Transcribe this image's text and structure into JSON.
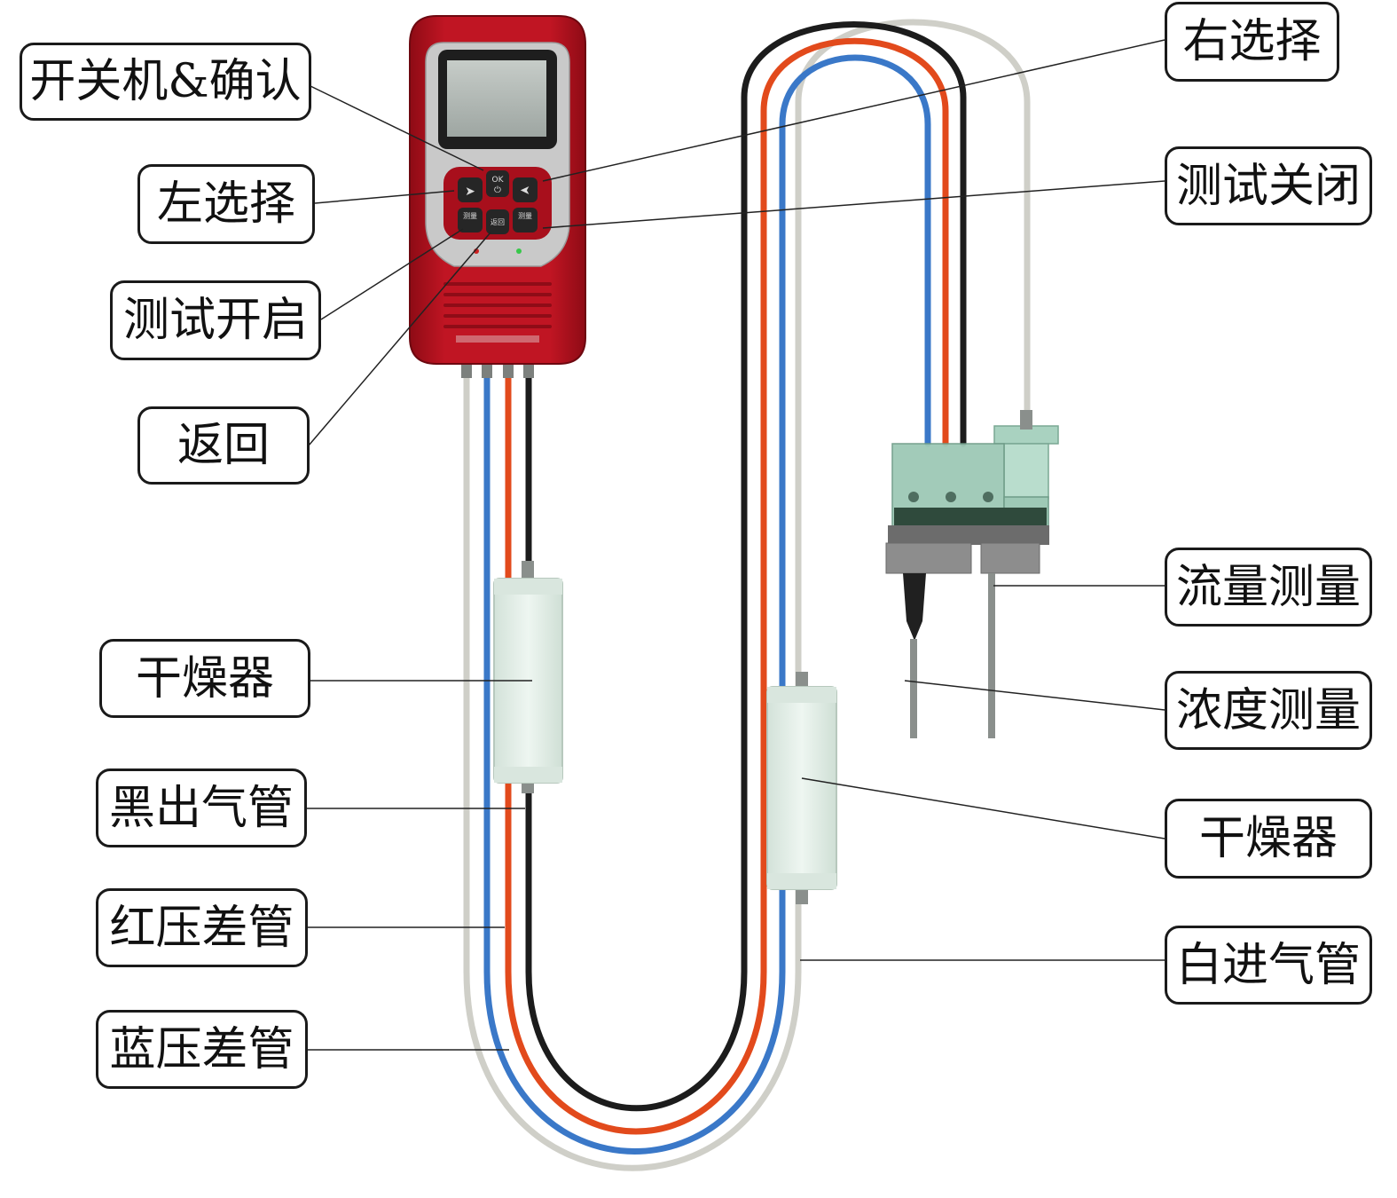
{
  "labels": {
    "power_confirm": "开关机&确认",
    "left_select": "左选择",
    "test_start": "测试开启",
    "back": "返回",
    "right_select": "右选择",
    "test_close": "测试关闭",
    "dryer_left": "干燥器",
    "black_outlet": "黑出气管",
    "red_dp": "红压差管",
    "blue_dp": "蓝压差管",
    "flow_measure": "流量测量",
    "conc_measure": "浓度测量",
    "dryer_right": "干燥器",
    "white_inlet": "白进气管"
  },
  "device": {
    "btn_ok": "OK",
    "btn_measure": "测量",
    "btn_back": "返回"
  },
  "colors": {
    "device_body": "#b3101c",
    "tube_black": "#1c1c1c",
    "tube_red": "#e24a1c",
    "tube_blue": "#3a78c8",
    "tube_white": "#cfcfc8",
    "dryer": "#e4efe8",
    "sensor_housing": "#9ec9b6"
  }
}
